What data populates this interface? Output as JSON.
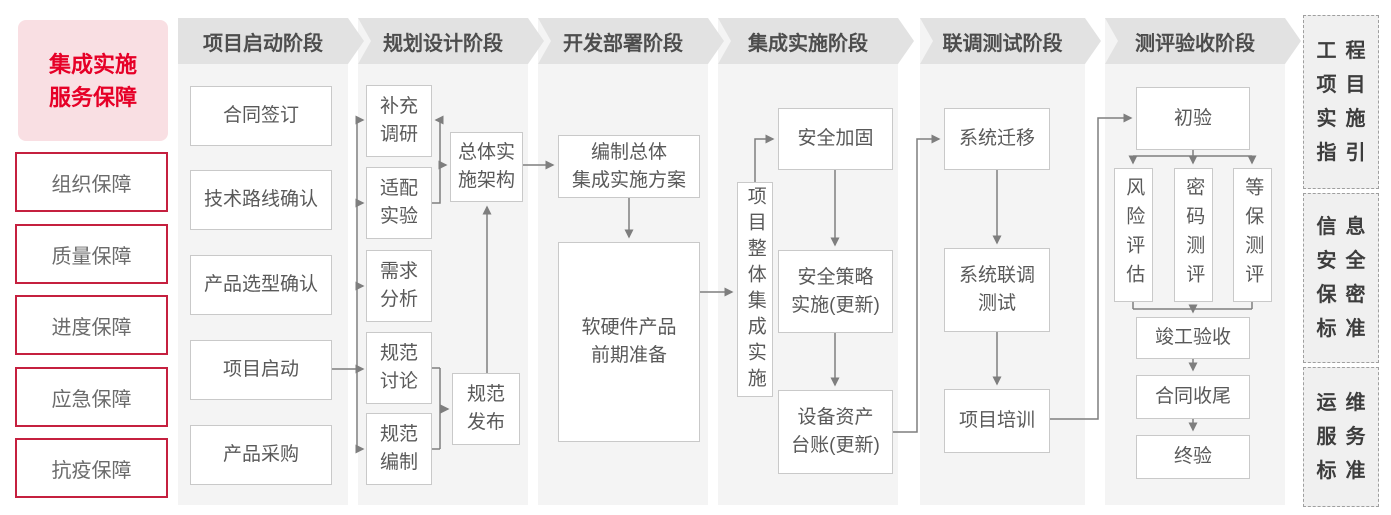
{
  "title": "集成实施服务保障流程图",
  "colors": {
    "accent_red": "#e60027",
    "pink_header_bg": "#f9dfe3",
    "red_box_border": "#c5203f",
    "phase_banner_bg": "#e2e2e2",
    "column_bg": "#f4f4f4",
    "box_border": "#c9c9c9",
    "box_text": "#595959",
    "arrow": "#7e7e7e"
  },
  "sidebar": {
    "header": "集成实施\n服务保障",
    "items": [
      "组织保障",
      "质量保障",
      "进度保障",
      "应急保障",
      "抗疫保障"
    ]
  },
  "phases": [
    {
      "label": "项目启动阶段",
      "boxes": [
        "合同签订",
        "技术路线确认",
        "产品选型确认",
        "项目启动",
        "产品采购"
      ]
    },
    {
      "label": "规划设计阶段",
      "boxes": [
        "补充\n调研",
        "适配\n实验",
        "需求\n分析",
        "规范\n讨论",
        "规范\n编制",
        "总体实\n施架构",
        "规范\n发布"
      ]
    },
    {
      "label": "开发部署阶段",
      "boxes": [
        "编制总体\n集成实施方案",
        "软硬件产品\n前期准备"
      ]
    },
    {
      "label": "集成实施阶段",
      "boxes": [
        "项目整体集成实施",
        "安全加固",
        "安全策略\n实施(更新)",
        "设备资产\n台账(更新)"
      ]
    },
    {
      "label": "联调测试阶段",
      "boxes": [
        "系统迁移",
        "系统联调\n测试",
        "项目培训"
      ]
    },
    {
      "label": "测评验收阶段",
      "boxes": [
        "初验",
        "风险评估",
        "密码测评",
        "等保测评",
        "竣工验收",
        "合同收尾",
        "终验"
      ]
    }
  ],
  "standards": [
    "工程\n项目\n实施\n指引",
    "信息\n安全\n保密\n标准",
    "运维\n服务\n标准"
  ]
}
